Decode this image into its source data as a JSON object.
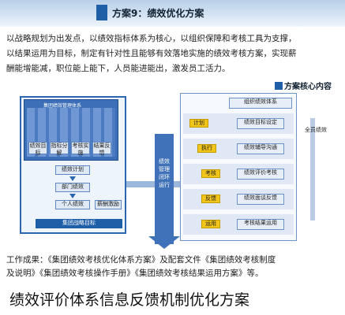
{
  "header": {
    "title": "方案9：绩效优化方案"
  },
  "intro": {
    "lines": [
      "以战略规划为出发点，以绩效指标体系为核心，以组织保障和考核工具为支撑，",
      "以结果运用为目标，制定有针对性且能够有效落地实施的绩效考核方案，实现薪",
      "酬能增能减，职位能上能下，人员能进能出，激发员工活力。"
    ]
  },
  "core": {
    "title": "方案核心内容"
  },
  "left_panel": {
    "screen_title": "集团绩效管理体系",
    "tiles": [
      "绩效目标",
      "指标分解",
      "考核实施",
      "结果反馈"
    ],
    "flow": [
      "绩效计划",
      "部门绩效",
      "个人绩效",
      "薪酬激励"
    ],
    "bottom": "集团战略目标"
  },
  "middle": {
    "text": "绩效管理闭环运行"
  },
  "right_panel": {
    "top": "组织绩效体系",
    "rows": [
      {
        "gold": "计划",
        "box": "绩效目标设定"
      },
      {
        "gold": "执行",
        "box": "绩效辅导沟通"
      },
      {
        "gold": "考核",
        "box": "绩效评价考核"
      },
      {
        "gold": "反馈",
        "box": "绩效面谈反馈"
      },
      {
        "gold": "运用",
        "box": "考核结果运用"
      }
    ],
    "side": "全员绩效"
  },
  "result": {
    "lines": [
      "工作成果：《集团绩效考核优化体系方案》及配套文件《集团绩效考核制度",
      "及说明》《集团绩效考核操作手册》《集团绩效考核结果运用方案》等。"
    ]
  },
  "caption": "绩效评价体系信息反馈机制优化方案",
  "colors": {
    "accent": "#1f5fa8",
    "gold": "#f2c51a",
    "panel": "#eef4fb"
  }
}
